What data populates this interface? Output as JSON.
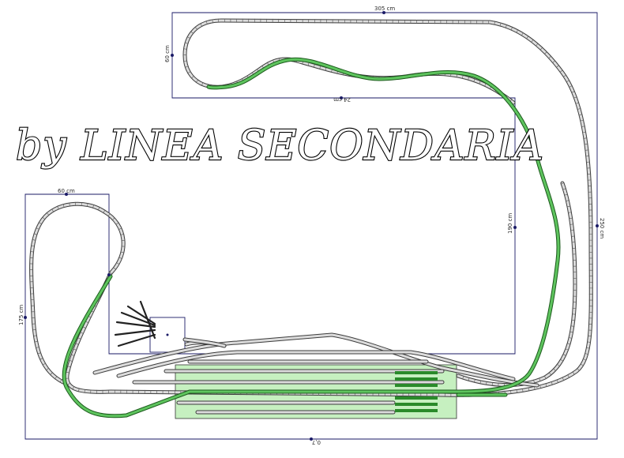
{
  "title": "by LINEA SECONDARIA",
  "dimensions": {
    "top_width": "305 cm",
    "top_left_height": "60 cm",
    "top_inner_width": "24 cm",
    "right_height": "250 cm",
    "inner_right_height": "190 cm",
    "left_width": "60 cm",
    "left_height": "175 cm",
    "bottom_width": "0,7"
  },
  "colors": {
    "track": "#3c3c3c",
    "green_line": "#5ec45e",
    "yard_fill": "#c6f0c0",
    "outline": "#1a1a66"
  }
}
